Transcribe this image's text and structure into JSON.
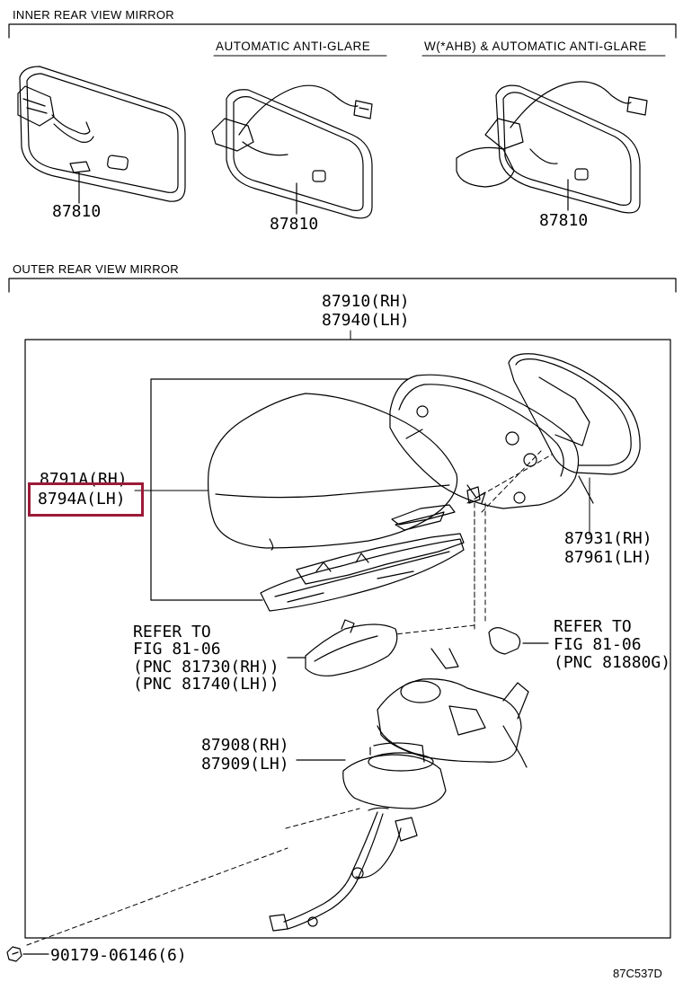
{
  "sections": {
    "inner": "INNER REAR VIEW MIRROR",
    "outer": "OUTER REAR VIEW MIRROR"
  },
  "inner_variants": {
    "auto": "AUTOMATIC ANTI-GLARE",
    "ahb": "W(*AHB) & AUTOMATIC ANTI-GLARE"
  },
  "parts": {
    "p87810_a": "87810",
    "p87810_b": "87810",
    "p87810_c": "87810",
    "assy_rh": "87910(RH)",
    "assy_lh": "87940(LH)",
    "cover_rh": "8791A(RH)",
    "cover_lh": "8794A(LH)",
    "glass_rh": "87931(RH)",
    "glass_lh": "87961(LH)",
    "refer1_l1": "REFER TO",
    "refer1_l2": "FIG 81-06",
    "refer1_l3": "(PNC 81730(RH))",
    "refer1_l4": "(PNC 81740(LH))",
    "refer2_l1": "REFER TO",
    "refer2_l2": "FIG 81-06",
    "refer2_l3": "(PNC 81880G)",
    "base_rh": "87908(RH)",
    "base_lh": "87909(LH)",
    "screw": "90179-06146(6)"
  },
  "diagram_code": "87C537D",
  "highlight_color": "#9b1b38"
}
